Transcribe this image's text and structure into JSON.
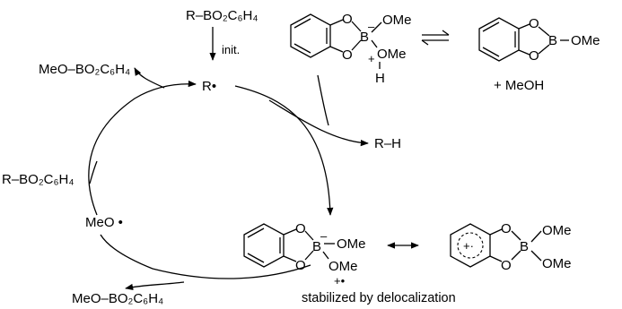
{
  "labels": {
    "reagent_top": "R–BO₂C₆H₄",
    "init": "init.",
    "radical_r": "R•",
    "product_top_left": "MeO–BO₂C₆H₄",
    "reagent_left": "R–BO₂C₆H₄",
    "methoxy_radical": "MeO •",
    "product_bottom_left": "MeO–BO₂C₆H₄",
    "alkane": "R–H",
    "plus_meoh": "+  MeOH",
    "caption": "stabilized by delocalization"
  },
  "atoms": {
    "oxygen": "O",
    "boron": "B",
    "methoxy": "OMe",
    "hydrogen": "H",
    "minus": "–",
    "plus": "+",
    "radical_cation": "+•",
    "delocalized_charge": "+·"
  }
}
